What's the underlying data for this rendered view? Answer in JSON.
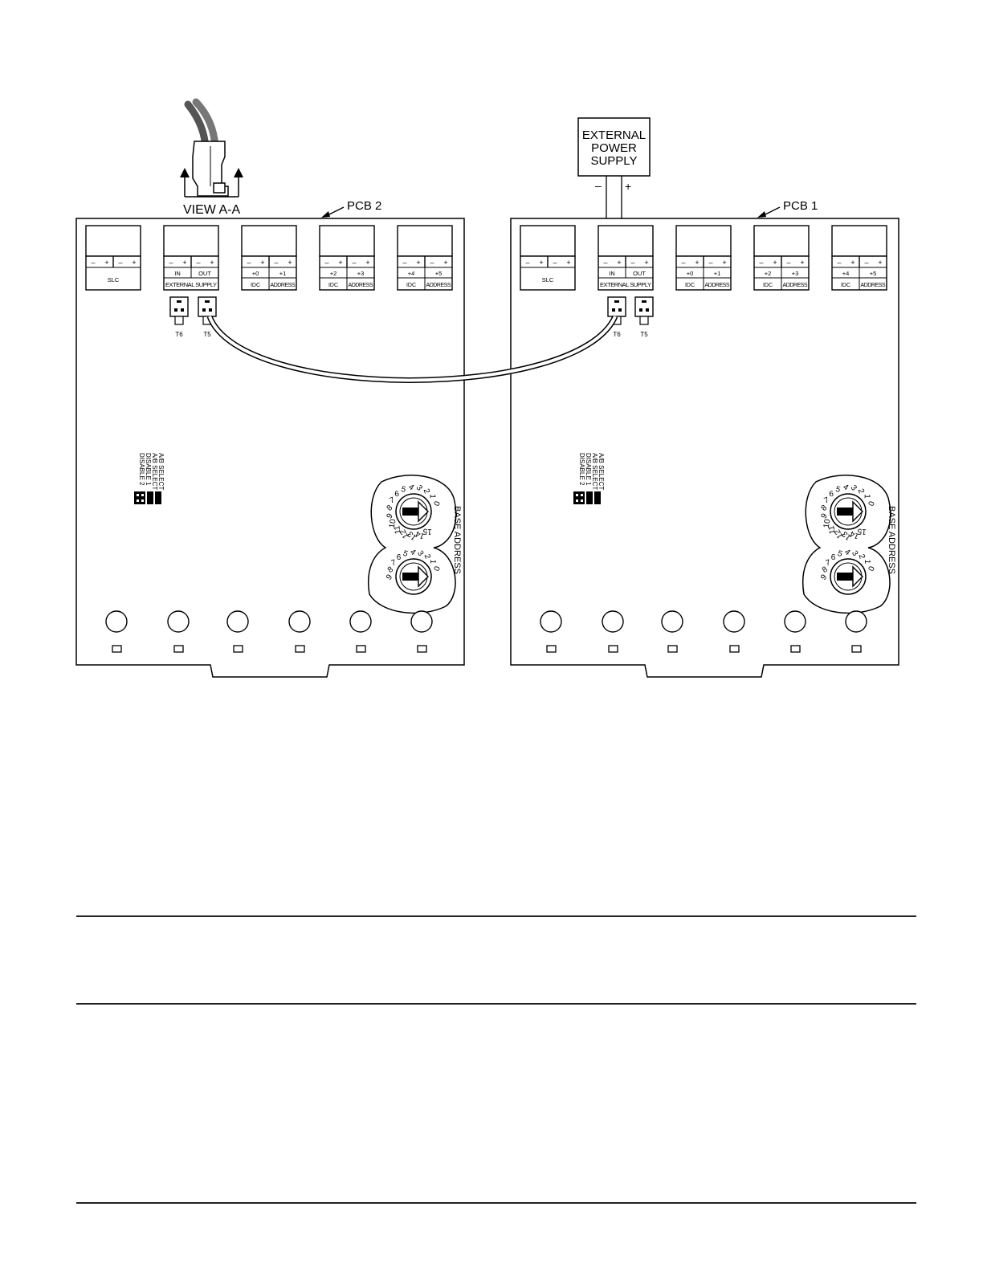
{
  "diagram": {
    "view_label": "VIEW A-A",
    "supply_lines": [
      "EXTERNAL",
      "POWER",
      "SUPPLY"
    ],
    "supply_minus": "–",
    "supply_plus": "+",
    "boards": [
      {
        "label": "PCB 2",
        "terminals": [
          {
            "polarity": [
              "–",
              "+",
              "–",
              "+"
            ],
            "sub": [],
            "bottom": "SLC",
            "merged": true
          },
          {
            "polarity": [
              "–",
              "+",
              "–",
              "+"
            ],
            "sub": [
              "IN",
              "OUT"
            ],
            "bottom": "EXTERNAL SUPPLY",
            "merged": true
          },
          {
            "polarity": [
              "–",
              "+",
              "–",
              "+"
            ],
            "sub": [
              "+0",
              "+1"
            ],
            "bottom_split": [
              "IDC",
              "ADDRESS"
            ]
          },
          {
            "polarity": [
              "–",
              "+",
              "–",
              "+"
            ],
            "sub": [
              "+2",
              "+3"
            ],
            "bottom_split": [
              "IDC",
              "ADDRESS"
            ]
          },
          {
            "polarity": [
              "–",
              "+",
              "–",
              "+"
            ],
            "sub": [
              "+4",
              "+5"
            ],
            "bottom_split": [
              "IDC",
              "ADDRESS"
            ]
          }
        ],
        "connectors": [
          "T6",
          "T5"
        ],
        "jumper_labels": [
          "A/B SELECT",
          "A/B SELECT",
          "DISABLE 1",
          "DISABLE 2"
        ],
        "base_address_label": "BASE ADDRESS",
        "dial_upper": [
          "0",
          "1",
          "2",
          "3",
          "4",
          "5",
          "6",
          "7",
          "8",
          "9",
          "10",
          "11",
          "12",
          "13",
          "14",
          "15"
        ],
        "dial_lower": [
          "0",
          "1",
          "2",
          "3",
          "4",
          "5",
          "6",
          "7",
          "8",
          "9"
        ]
      },
      {
        "label": "PCB 1",
        "terminals": [
          {
            "polarity": [
              "–",
              "+",
              "–",
              "+"
            ],
            "sub": [],
            "bottom": "SLC",
            "merged": true
          },
          {
            "polarity": [
              "–",
              "+",
              "–",
              "+"
            ],
            "sub": [
              "IN",
              "OUT"
            ],
            "bottom": "EXTERNAL SUPPLY",
            "merged": true
          },
          {
            "polarity": [
              "–",
              "+",
              "–",
              "+"
            ],
            "sub": [
              "+0",
              "+1"
            ],
            "bottom_split": [
              "IDC",
              "ADDRESS"
            ]
          },
          {
            "polarity": [
              "–",
              "+",
              "–",
              "+"
            ],
            "sub": [
              "+2",
              "+3"
            ],
            "bottom_split": [
              "IDC",
              "ADDRESS"
            ]
          },
          {
            "polarity": [
              "–",
              "+",
              "–",
              "+"
            ],
            "sub": [
              "+4",
              "+5"
            ],
            "bottom_split": [
              "IDC",
              "ADDRESS"
            ]
          }
        ],
        "connectors": [
          "T6",
          "T5"
        ],
        "jumper_labels": [
          "A/B SELECT",
          "A/B SELECT",
          "DISABLE 1",
          "DISABLE 2"
        ],
        "base_address_label": "BASE ADDRESS",
        "dial_upper": [
          "0",
          "1",
          "2",
          "3",
          "4",
          "5",
          "6",
          "7",
          "8",
          "9",
          "10",
          "11",
          "12",
          "13",
          "14",
          "15"
        ],
        "dial_lower": [
          "0",
          "1",
          "2",
          "3",
          "4",
          "5",
          "6",
          "7",
          "8",
          "9"
        ]
      }
    ]
  }
}
